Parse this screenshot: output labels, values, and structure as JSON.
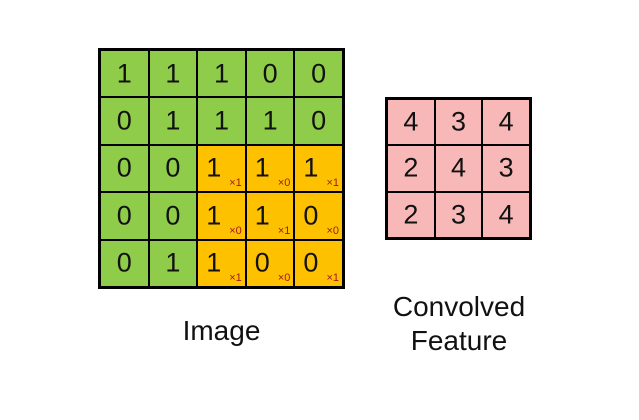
{
  "image": {
    "label": "Image",
    "rows": [
      [
        "1",
        "1",
        "1",
        "0",
        "0"
      ],
      [
        "0",
        "1",
        "1",
        "1",
        "0"
      ],
      [
        "0",
        "0",
        "1",
        "1",
        "1"
      ],
      [
        "0",
        "0",
        "1",
        "1",
        "0"
      ],
      [
        "0",
        "1",
        "1",
        "0",
        "0"
      ]
    ],
    "cell_color": "#8fcc4a",
    "window_color": "#fdc100",
    "window_rows": [
      2,
      3,
      4
    ],
    "window_cols": [
      2,
      3,
      4
    ],
    "kernel": [
      [
        "×1",
        "×0",
        "×1"
      ],
      [
        "×0",
        "×1",
        "×0"
      ],
      [
        "×1",
        "×0",
        "×1"
      ]
    ]
  },
  "feature": {
    "label_line1": "Convolved",
    "label_line2": "Feature",
    "rows": [
      [
        "4",
        "3",
        "4"
      ],
      [
        "2",
        "4",
        "3"
      ],
      [
        "2",
        "3",
        "4"
      ]
    ],
    "cell_color": "#f9b8b8"
  }
}
